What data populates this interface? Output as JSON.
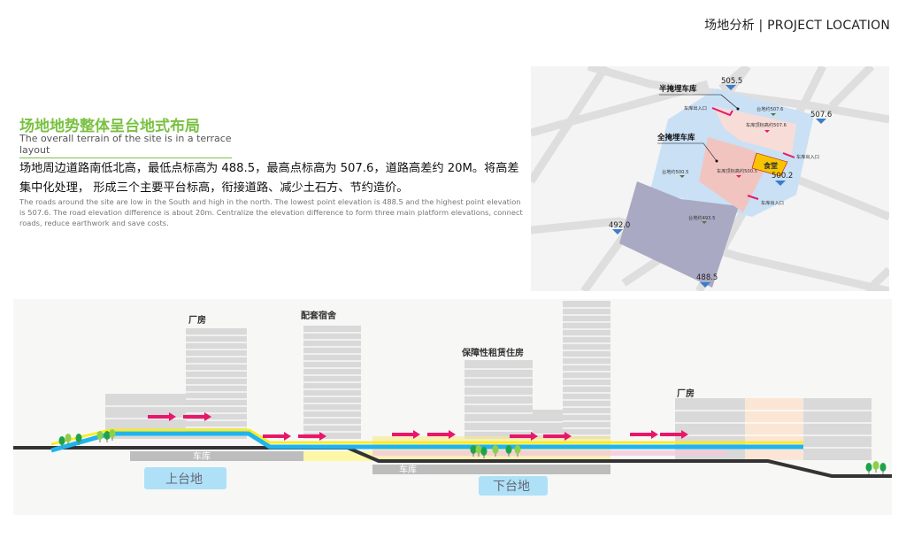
{
  "header": {
    "title": "场地分析 | PROJECT LOCATION"
  },
  "intro": {
    "title_cn": "场地地势整体呈台地式布局",
    "title_en": "The overall terrain of the site is in a terrace layout",
    "body_cn": "场地周边道路南低北高，最低点标高为 488.5，最高点标高为 507.6，道路高差约 20M。将高差集中化处理， 形成三个主要平台标高，衔接道路、减少土石方、节约造价。",
    "body_en": "The roads around the site are low in the South and high in the north. The lowest point elevation is 488.5 and the highest point elevation is 507.6. The road elevation difference is about 20m. Centralize the elevation difference to form three main platform elevations, connect roads, reduce earthwork and save costs."
  },
  "map": {
    "callouts": {
      "semi_buried": "半掩埋车库",
      "fully_buried": "全掩埋车库"
    },
    "road_elevations": [
      "505.5",
      "507.6",
      "500.2",
      "492.0",
      "488.5"
    ],
    "platform_labels": [
      "台地约507.6",
      "台地约500.5",
      "台地约493.5"
    ],
    "roof_labels": [
      "车库顶标高约507.6",
      "车库顶标高约500.5"
    ],
    "entrance_labels": [
      "车库出入口",
      "车库出入口",
      "车库出入口"
    ],
    "badge": "食堂",
    "colors": {
      "platform": "#c9e0f5",
      "garage_roof": "#f2c4c0",
      "low_platform": "#a9a9c3",
      "marker": "#3d7cc9",
      "arrow": "#e8176b"
    }
  },
  "section": {
    "buildings": [
      "厂房",
      "配套宿舍",
      "保障性租赁住房",
      "厂房"
    ],
    "garages": [
      "车库",
      "车库"
    ],
    "terraces": [
      "上台地",
      "下台地"
    ],
    "colors": {
      "road": "#1fb4ec",
      "path": "#ffee00",
      "ground": "#333333",
      "arrow": "#e8176b",
      "terrace_tag": "#aee1f7",
      "building": "#d9d9d9"
    }
  }
}
